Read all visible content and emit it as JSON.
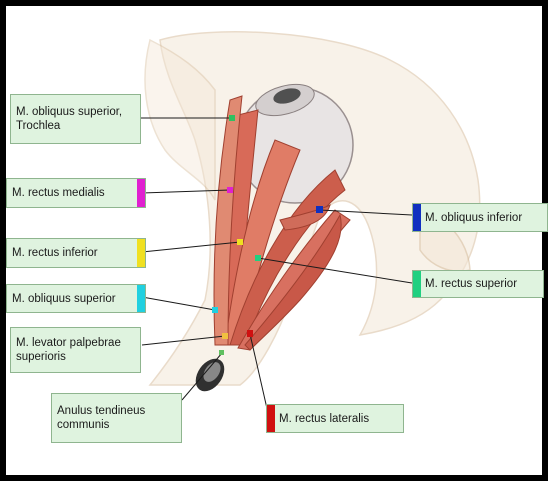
{
  "labels": {
    "obliquus_superior_trochlea": "M. obliquus superior, Trochlea",
    "rectus_medialis": "M. rectus medialis",
    "rectus_inferior": "M. rectus inferior",
    "obliquus_superior": "M. obliquus superior",
    "levator_palpebrae": "M. levator palpebrae superioris",
    "anulus_tendineus": "Anulus tendineus communis",
    "obliquus_inferior": "M. obliquus inferior",
    "rectus_superior": "M. rectus superior",
    "rectus_lateralis": "M. rectus lateralis"
  },
  "colors": {
    "rectus_medialis": "#e020d0",
    "rectus_inferior": "#f0e020",
    "obliquus_superior": "#20d0e0",
    "obliquus_inferior": "#1030c0",
    "rectus_superior": "#20d080",
    "rectus_lateralis": "#d01010",
    "trochlea": "#30c060",
    "levator": "#f0c040",
    "anulus": "#60c060"
  }
}
